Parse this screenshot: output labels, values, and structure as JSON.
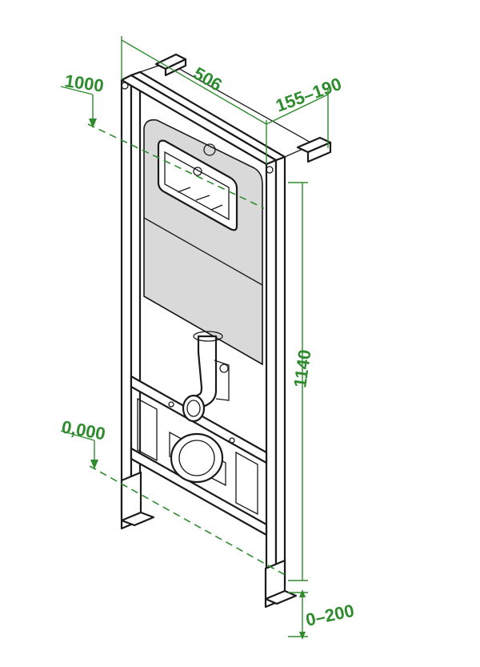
{
  "dimensions": {
    "width": "506",
    "depth": "155–190",
    "height": "1140",
    "level_top": "1000",
    "level_floor": "0,000",
    "leg_adjust": "0–200"
  },
  "colors": {
    "dimension": "#2e8b2e",
    "outline": "#1a1a1a",
    "tank_fill": "#d9d9d9"
  }
}
